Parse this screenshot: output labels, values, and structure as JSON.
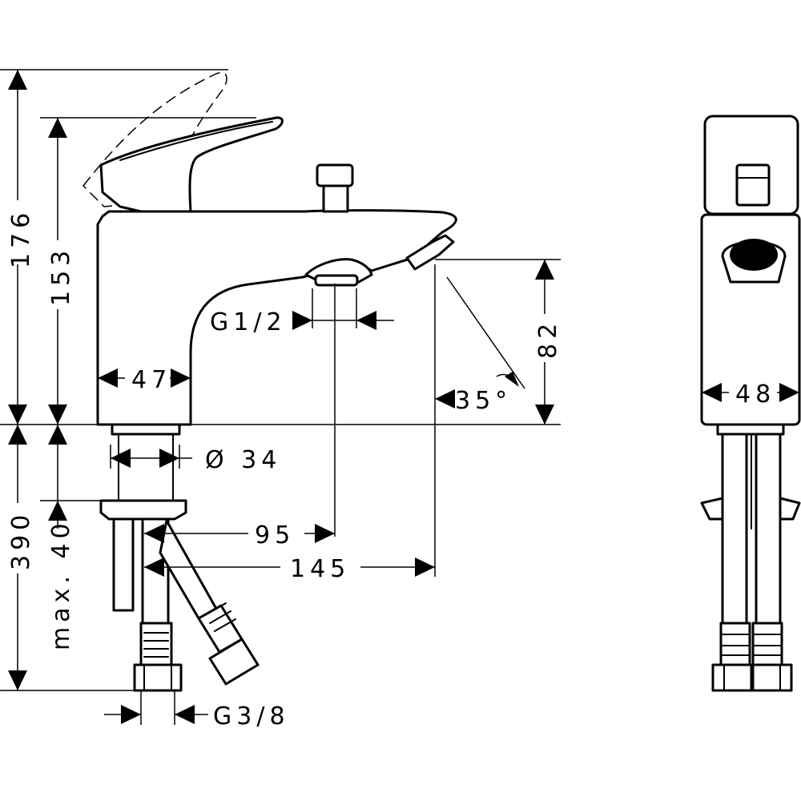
{
  "drawing": {
    "dimensions": {
      "total_height": "176",
      "spout_top_height": "153",
      "body_width": "47",
      "outlet_thread": "G1/2",
      "shower_outlet_height": "82",
      "outlet_angle": "35°",
      "side_width": "48",
      "shank_diameter": "Ø 34",
      "max_deck": "max. 40",
      "hose_length": "390",
      "outlet_reach": "95",
      "shower_reach": "145",
      "connection_thread": "G3/8"
    }
  }
}
